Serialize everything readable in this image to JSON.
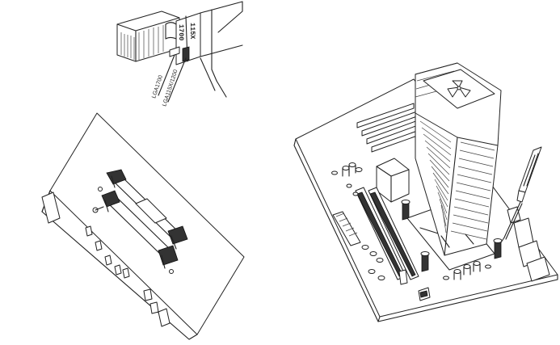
{
  "bracket_detail": {
    "stamp_top": "1700",
    "stamp_bottom": "115X",
    "label_upper": "LGA1700",
    "label_lower": "LGA115X/1200"
  },
  "icons": {
    "heatsink_logo": "tri-blade-logo",
    "tool": "screwdriver-icon"
  }
}
